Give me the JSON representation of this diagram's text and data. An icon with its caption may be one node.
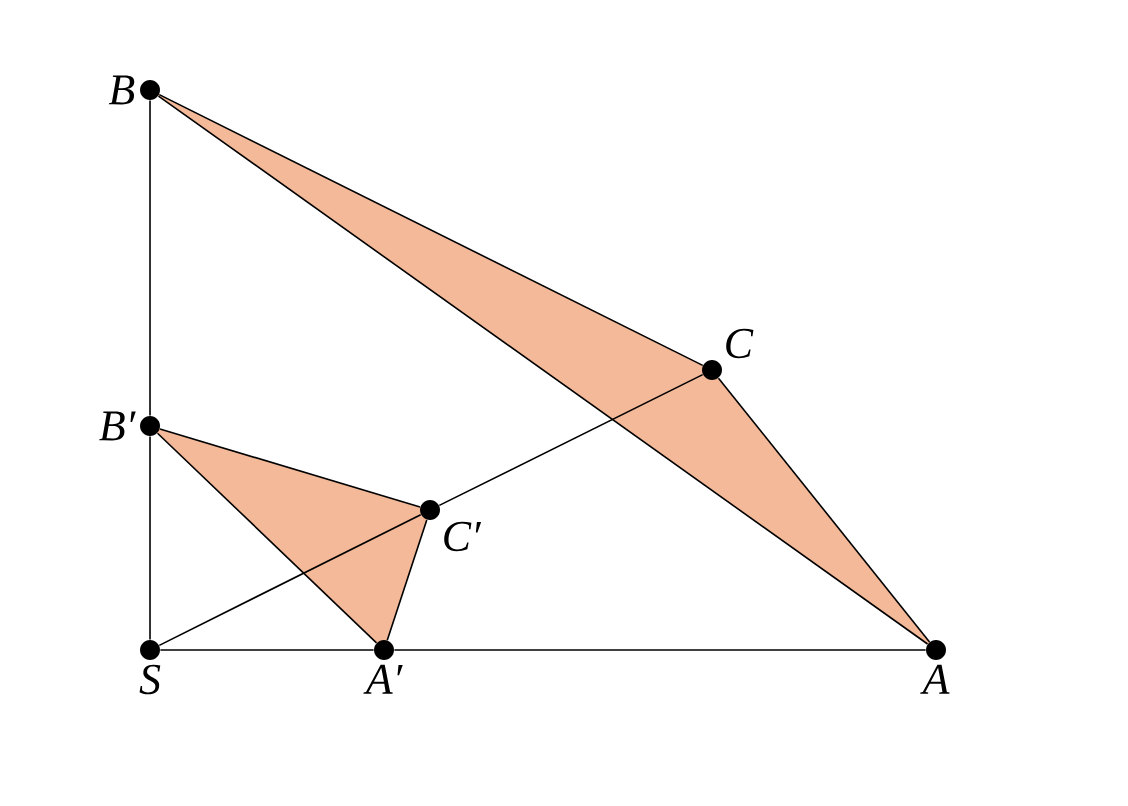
{
  "diagram": {
    "nodes": [
      {
        "text": [
          "B"
        ]
      },
      {
        "text": [
          "C"
        ]
      },
      {
        "text": [
          "B′"
        ]
      },
      {
        "text": [
          "C′"
        ]
      },
      {
        "text": [
          "S"
        ]
      },
      {
        "text": [
          "A′"
        ]
      },
      {
        "text": [
          "A"
        ]
      }
    ],
    "edges": [
      {
        "from": 0,
        "to": 1,
        "arrow": "none"
      },
      {
        "from": 1,
        "to": 6,
        "arrow": "none"
      },
      {
        "from": 6,
        "to": 0,
        "arrow": "none"
      },
      {
        "from": 2,
        "to": 3,
        "arrow": "none"
      },
      {
        "from": 3,
        "to": 5,
        "arrow": "none"
      },
      {
        "from": 5,
        "to": 2,
        "arrow": "none"
      },
      {
        "from": 4,
        "to": 5,
        "arrow": "none"
      },
      {
        "from": 5,
        "to": 6,
        "arrow": "none"
      },
      {
        "from": 4,
        "to": 2,
        "arrow": "none"
      },
      {
        "from": 2,
        "to": 0,
        "arrow": "none"
      },
      {
        "from": 4,
        "to": 3,
        "arrow": "none"
      },
      {
        "from": 3,
        "to": 1,
        "arrow": "none"
      }
    ]
  }
}
